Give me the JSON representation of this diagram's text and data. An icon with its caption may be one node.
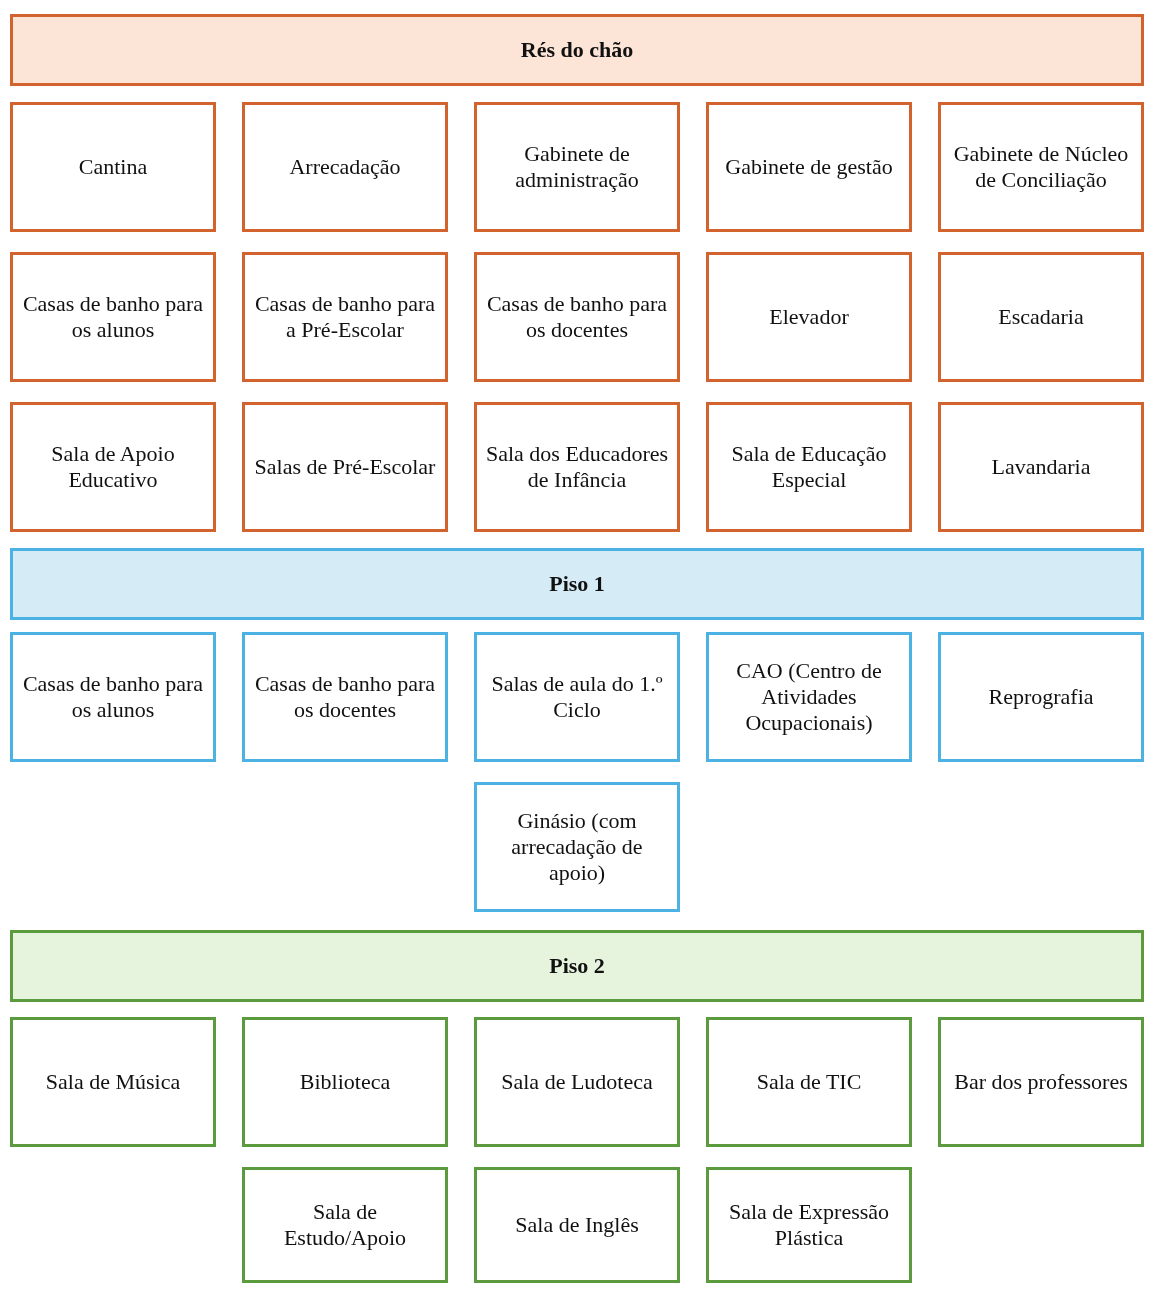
{
  "diagram": {
    "nodes": [
      {
        "text": [
          "Rés do chão"
        ]
      },
      {
        "text": [
          "Cantina"
        ]
      },
      {
        "text": [
          "Arrecadação"
        ]
      },
      {
        "text": [
          "Gabinete de administração"
        ]
      },
      {
        "text": [
          "Gabinete de gestão"
        ]
      },
      {
        "text": [
          "Gabinete de Núcleo de Conciliação"
        ]
      },
      {
        "text": [
          "Casas de banho para os alunos"
        ]
      },
      {
        "text": [
          "Casas de banho para a Pré-Escolar"
        ]
      },
      {
        "text": [
          "Casas de banho para os docentes"
        ]
      },
      {
        "text": [
          "Elevador"
        ]
      },
      {
        "text": [
          "Escadaria"
        ]
      },
      {
        "text": [
          "Sala de Apoio Educativo"
        ]
      },
      {
        "text": [
          "Salas de Pré-Escolar"
        ]
      },
      {
        "text": [
          "Sala dos Educadores de Infância"
        ]
      },
      {
        "text": [
          "Sala de Educação Especial"
        ]
      },
      {
        "text": [
          "Lavandaria"
        ]
      },
      {
        "text": [
          "Piso 1"
        ]
      },
      {
        "text": [
          "Casas de banho para os alunos"
        ]
      },
      {
        "text": [
          "Casas de banho para os docentes"
        ]
      },
      {
        "text": [
          "Salas de aula do 1.º Ciclo"
        ]
      },
      {
        "text": [
          "CAO (Centro de Atividades Ocupacionais)"
        ]
      },
      {
        "text": [
          "Reprografia"
        ]
      },
      {
        "text": [
          "Ginásio (com arrecadação de apoio)"
        ]
      },
      {
        "text": [
          "Piso 2"
        ]
      },
      {
        "text": [
          "Sala de Música"
        ]
      },
      {
        "text": [
          "Biblioteca"
        ]
      },
      {
        "text": [
          "Sala de Ludoteca"
        ]
      },
      {
        "text": [
          "Sala de TIC"
        ]
      },
      {
        "text": [
          "Bar dos professores"
        ]
      },
      {
        "text": [
          "Sala de Estudo/Apoio"
        ]
      },
      {
        "text": [
          "Sala de Inglês"
        ]
      },
      {
        "text": [
          "Sala de Expressão Plástica"
        ]
      }
    ],
    "edges": []
  }
}
